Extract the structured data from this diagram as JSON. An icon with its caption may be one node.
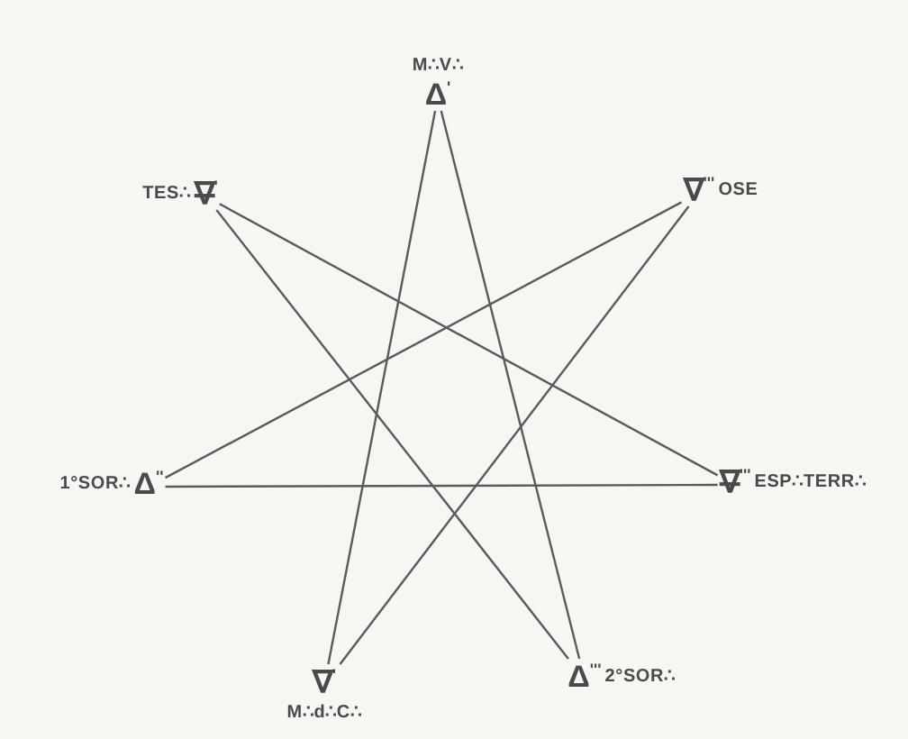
{
  "diagram": {
    "nodes": [
      {
        "text": [
          "M∴V∴",
          "Δ$^{'}$"
        ]
      },
      {
        "text": [
          "TES∴",
          "∇̶$^{'}$"
        ]
      },
      {
        "text": [
          "∇$^{'''}$",
          "OSE"
        ]
      },
      {
        "text": [
          "1°SOR∴",
          "Δ$^{''}$"
        ]
      },
      {
        "text": [
          "∇̶$^{'''}$",
          "ESP∴TERR∴"
        ]
      },
      {
        "text": [
          "∇$^{'}$",
          "M∴d∴C∴"
        ]
      },
      {
        "text": [
          "Δ$^{'''}$",
          "2°SOR∴"
        ]
      }
    ],
    "edges": [
      {
        "from": 0,
        "to": 5,
        "arrow": "none"
      },
      {
        "from": 0,
        "to": 6,
        "arrow": "none"
      },
      {
        "from": 1,
        "to": 6,
        "arrow": "none"
      },
      {
        "from": 1,
        "to": 4,
        "arrow": "none"
      },
      {
        "from": 2,
        "to": 3,
        "arrow": "none"
      },
      {
        "from": 2,
        "to": 5,
        "arrow": "none"
      },
      {
        "from": 3,
        "to": 4,
        "arrow": "none"
      }
    ]
  }
}
